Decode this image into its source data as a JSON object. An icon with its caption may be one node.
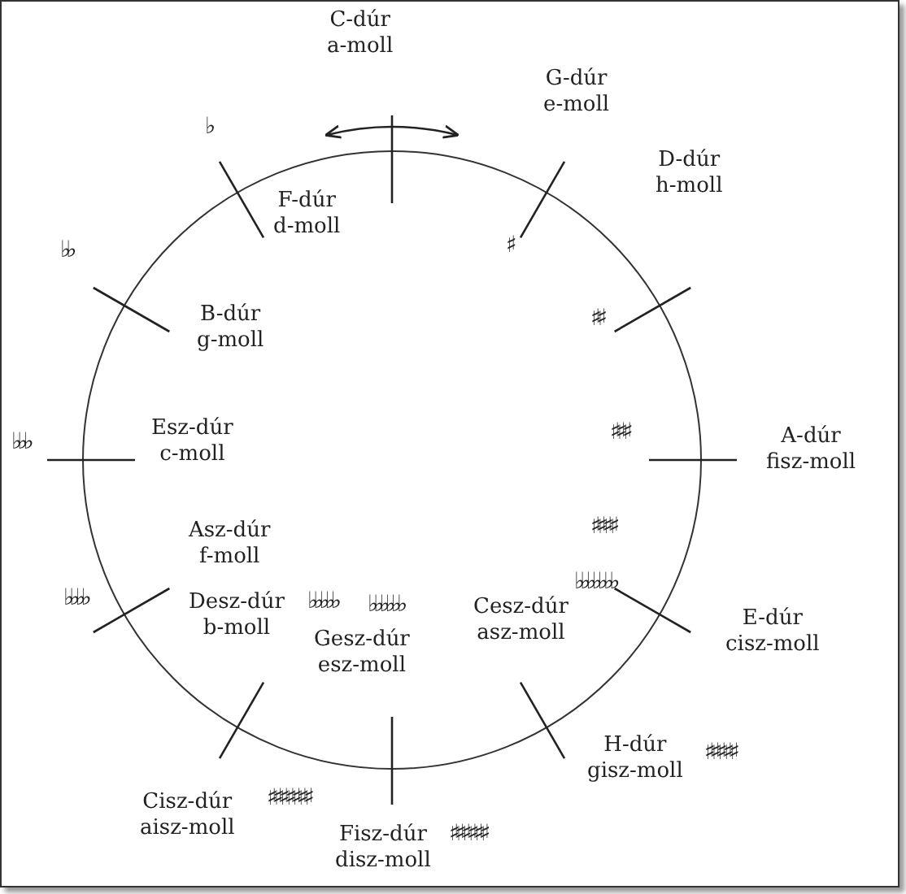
{
  "diagram": {
    "labels": [
      "C-dúr a-moll",
      "G-dúr e-moll",
      "♭",
      "♭♭",
      "F-dúr d-moll",
      "♯",
      "D-dúr h-moll",
      "♯♯",
      "B-dúr g-moll",
      "Esz-dúr c-moll",
      "♭♭♭",
      "♯♯♯",
      "A-dúr fisz-moll",
      "♯♯♯♯",
      "Asz-dúr f-moll",
      "♭♭♭♭",
      "Desz-dúr b-moll",
      "♭♭♭♭♭",
      "♭♭♭♭♭♭",
      "Cesz-dúr asz-moll",
      "♭♭♭♭♭♭♭",
      "Gesz-dúr esz-moll",
      "E-dúr cisz-moll",
      "H-dúr gisz-moll",
      "♯♯♯♯♯",
      "Cisz-dúr aisz-moll",
      "♯♯♯♯♯♯♯",
      "Fisz-dúr disz-moll",
      "♯♯♯♯♯♯"
    ]
  }
}
